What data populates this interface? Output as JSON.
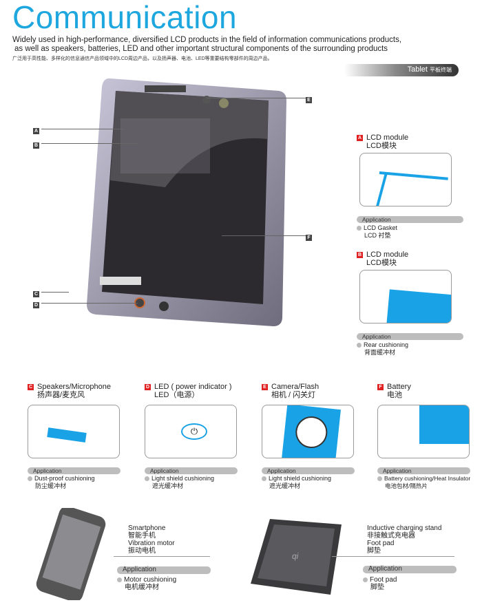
{
  "header": {
    "title": "Communication",
    "subtitle_line1": "Widely used in high-performance, diversified LCD products in the field of information communications products,",
    "subtitle_line2": "as well as speakers, batteries, LED and other important structural components of the surrounding products",
    "subtitle_cn": "广泛用于高性能、多样化的信息通信产品领域中的LCD周边产品，以及扬声器、电池、LED等重要结构零部件的周边产品。",
    "banner_en": "Tablet",
    "banner_cn": "平板终端"
  },
  "callouts": [
    "A",
    "B",
    "C",
    "D",
    "E",
    "F"
  ],
  "colors": {
    "accent": "#1ea7de",
    "tag": "#e02020",
    "highlight": "#1aa2e6"
  },
  "parts": [
    {
      "tag": "A",
      "title_en": "LCD module",
      "title_cn": "LCD模块",
      "app_label": "Application",
      "use_en": "LCD Gasket",
      "use_cn": "LCD 衬垫"
    },
    {
      "tag": "B",
      "title_en": "LCD module",
      "title_cn": "LCD模块",
      "app_label": "Application",
      "use_en": "Rear cushioning",
      "use_cn": "背面缓冲材"
    },
    {
      "tag": "C",
      "title_en": "Speakers/Microphone",
      "title_cn": "扬声器/麦克风",
      "app_label": "Application",
      "use_en": "Dust-proof cushioning",
      "use_cn": "防尘缓冲材"
    },
    {
      "tag": "D",
      "title_en": "LED ( power indicator )",
      "title_cn": "LED（电源）",
      "app_label": "Application",
      "use_en": "Light shield cushioning",
      "use_cn": "遮光缓冲材"
    },
    {
      "tag": "E",
      "title_en": "Camera/Flash",
      "title_cn": "相机 / 闪关灯",
      "app_label": "Application",
      "use_en": "Light shield cushioning",
      "use_cn": "遮光缓冲材"
    },
    {
      "tag": "F",
      "title_en": "Battery",
      "title_cn": "电池",
      "app_label": "Application",
      "use_en": "Battery cushioning/Heat Insulator",
      "use_cn": "电池包材/隔热片"
    }
  ],
  "smartphone": {
    "l1": "Smartphone",
    "l2": "智能手机",
    "l3": "Vibration motor",
    "l4": "振动电机",
    "app_label": "Application",
    "use_en": "Motor cushioning",
    "use_cn": "电机缓冲材"
  },
  "charger": {
    "l1": "Inductive charging stand",
    "l2": "非接触式充电器",
    "l3": "Foot pad",
    "l4": "脚垫",
    "app_label": "Application",
    "use_en": "Foot pad",
    "use_cn": "脚垫",
    "logo": "qi"
  }
}
